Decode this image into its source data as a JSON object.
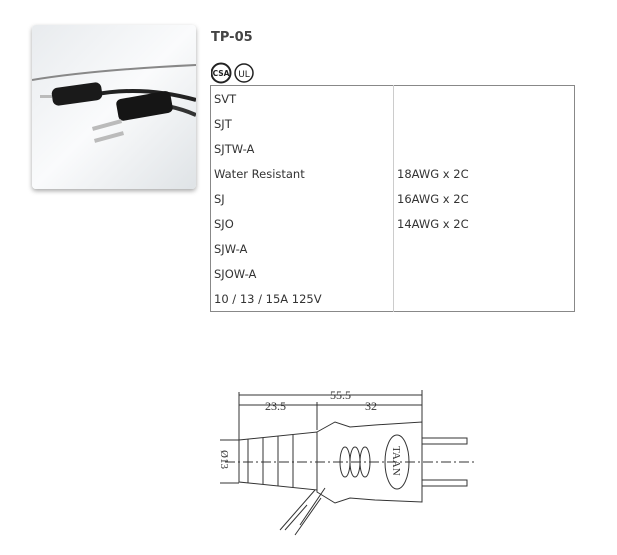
{
  "product": {
    "title": "TP-05",
    "certifications": [
      "CSA",
      "UL"
    ]
  },
  "specs": {
    "rows": [
      {
        "type": "SVT",
        "size": ""
      },
      {
        "type": "SJT",
        "size": ""
      },
      {
        "type": "SJTW-A",
        "size": ""
      },
      {
        "type": "Water Resistant",
        "size": "18AWG x 2C"
      },
      {
        "type": "SJ",
        "size": "16AWG x 2C"
      },
      {
        "type": "SJO",
        "size": "14AWG x 2C"
      },
      {
        "type": "SJW-A",
        "size": ""
      },
      {
        "type": "SJOW-A",
        "size": ""
      },
      {
        "type": "10 / 13 / 15A 125V",
        "size": ""
      }
    ]
  },
  "drawing": {
    "total_length": "55.5",
    "boot_length": "23.5",
    "body_length": "32",
    "diameter": "Ø13",
    "brand": "TAAN"
  }
}
